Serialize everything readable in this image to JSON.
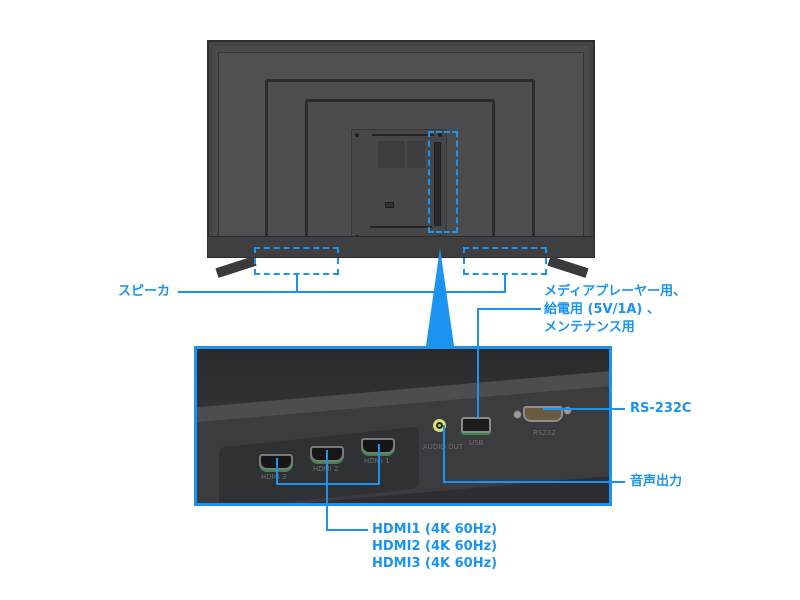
{
  "figure": {
    "subject": "TV rear view with connector callouts",
    "accent_color": "#1a94f0",
    "tv_color": "#4a4a4c"
  },
  "callouts": {
    "speaker": "スピーカ",
    "usb": {
      "line1": "メディアプレーヤー用、",
      "line2": "給電用 (5V/1A) 、",
      "line3": "メンテナンス用"
    },
    "rs232c": "RS-232C",
    "audio_out": "音声出力",
    "hdmi": {
      "line1": "HDMI1 (4K 60Hz)",
      "line2": "HDMI2 (4K 60Hz)",
      "line3": "HDMI3 (4K 60Hz)"
    }
  },
  "ports": {
    "hdmi3_label": "HDMI 3",
    "hdmi2_label": "HDMI 2",
    "hdmi1_label": "HDMI 1",
    "audio_label": "AUDIO OUT",
    "usb_label": "USB",
    "rs232_label": "RS232"
  },
  "icons": {
    "hdmi_port": "hdmi-port-icon",
    "usb_port": "usb-port-icon",
    "audio_jack": "audio-jack-icon",
    "serial_port": "serial-port-icon",
    "power_socket": "power-socket-icon"
  }
}
